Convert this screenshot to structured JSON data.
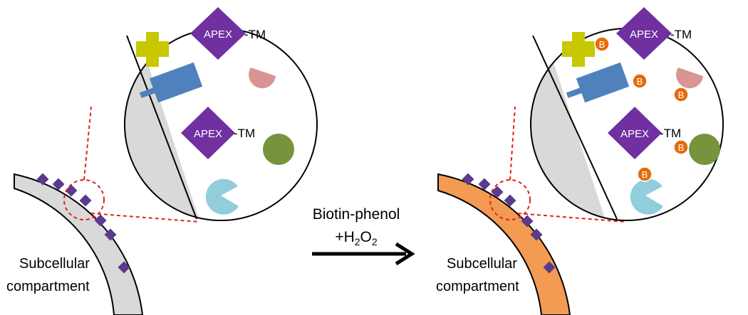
{
  "colors": {
    "compartment_before": "#d9d9d9",
    "compartment_after": "#f39b52",
    "outline": "#000000",
    "apex": "#7030a0",
    "dot": "#5b3a8c",
    "zoom_lines": "#e3211b",
    "membrane": "#d9d9d9",
    "yellow_cross": "#c8c800",
    "blue_rect": "#4f81bd",
    "pink_shape": "#d99594",
    "green_circle": "#77933c",
    "cyan_pacman": "#92cddc",
    "biotin": "#e46c0a",
    "text": "#000000"
  },
  "left_panel": {
    "apex_top": "APEX",
    "tm_top": "-TM",
    "apex_mid": "APEX",
    "tm_mid": "-TM",
    "compartment_line1": "Subcellular",
    "compartment_line2": "compartment"
  },
  "arrow": {
    "line1": "Biotin-phenol",
    "line2_prefix": "+H",
    "line2_sub1": "2",
    "line2_mid": "O",
    "line2_sub2": "2"
  },
  "right_panel": {
    "apex_top": "APEX",
    "tm_top": "-TM",
    "apex_mid": "APEX",
    "tm_mid": "-TM",
    "biotin_label": "B",
    "compartment_line1": "Subcellular",
    "compartment_line2": "compartment"
  },
  "icons": {
    "biotin_tag": "biotin-circle-icon",
    "cross": "cross-shape-icon",
    "receptor": "rectangle-receptor-icon",
    "wedge": "half-circle-icon",
    "sphere": "circle-icon",
    "pacman": "pacman-icon"
  }
}
